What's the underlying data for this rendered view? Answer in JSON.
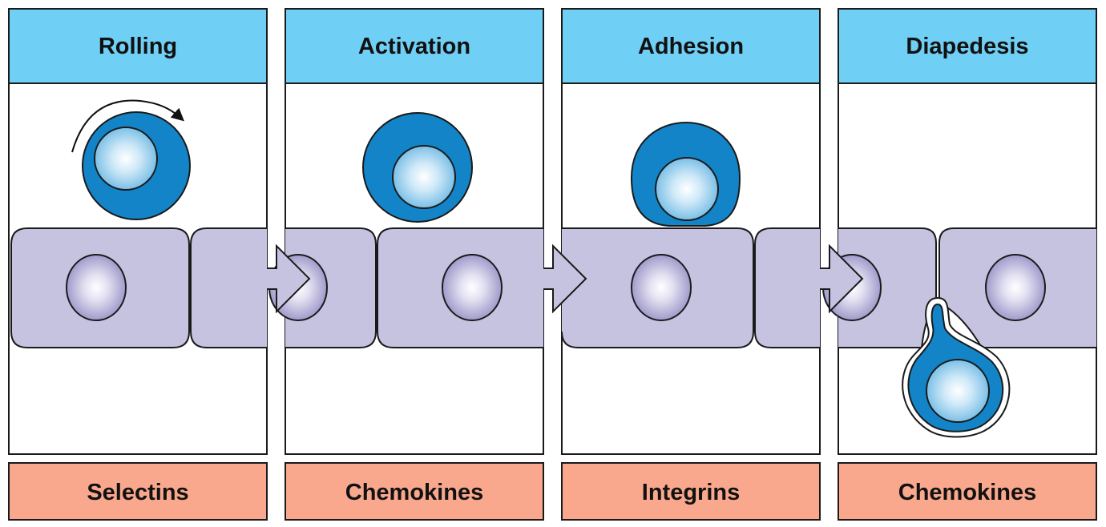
{
  "stages": [
    {
      "title": "Rolling",
      "molecule": "Selectins"
    },
    {
      "title": "Activation",
      "molecule": "Chemokines"
    },
    {
      "title": "Adhesion",
      "molecule": "Integrins"
    },
    {
      "title": "Diapedesis",
      "molecule": "Chemokines"
    }
  ],
  "colors": {
    "header_fill": "#6fcff5",
    "molecule_fill": "#f9a88d",
    "endothelium_fill": "#c6c3e1",
    "leukocyte_fill": "#1284c7",
    "outline": "#1a1a1a"
  }
}
